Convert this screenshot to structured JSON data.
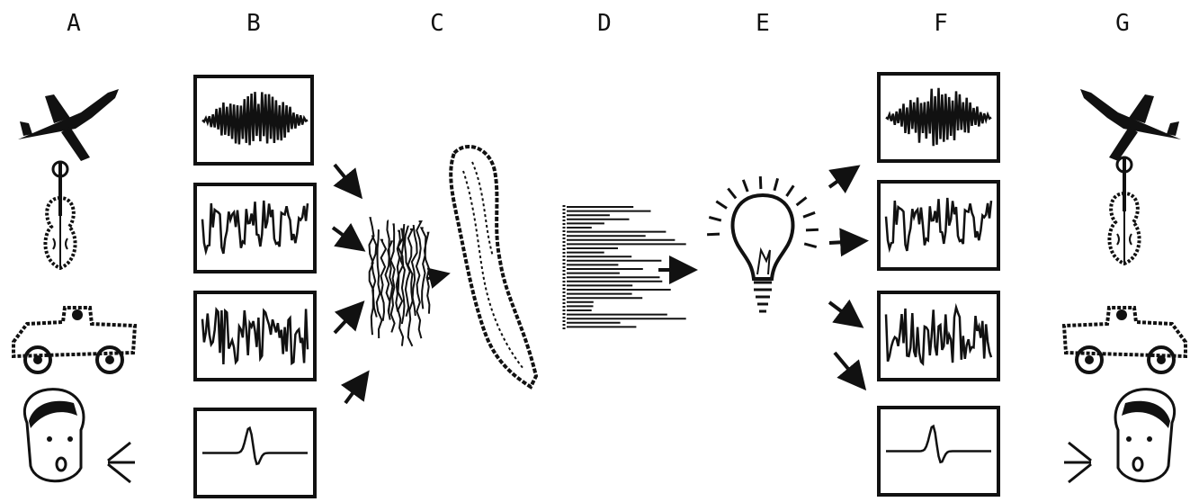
{
  "column_labels": {
    "a": "A",
    "b": "B",
    "c": "C",
    "d": "D",
    "e": "E",
    "f": "F",
    "g": "G"
  },
  "sources": [
    {
      "icon": "airplane-icon"
    },
    {
      "icon": "violin-icon"
    },
    {
      "icon": "jeep-icon"
    },
    {
      "icon": "speaking-person-icon"
    }
  ],
  "waveform_styles": [
    "dense-burst",
    "periodic",
    "noisy",
    "single-pulse"
  ],
  "stages": {
    "c": [
      "mixed-signal-icon",
      "spectrogram-icon"
    ],
    "d": "spectrum-bars-icon",
    "e": "lightbulb-icon"
  },
  "colors": {
    "ink": "#111111",
    "background": "#ffffff"
  }
}
